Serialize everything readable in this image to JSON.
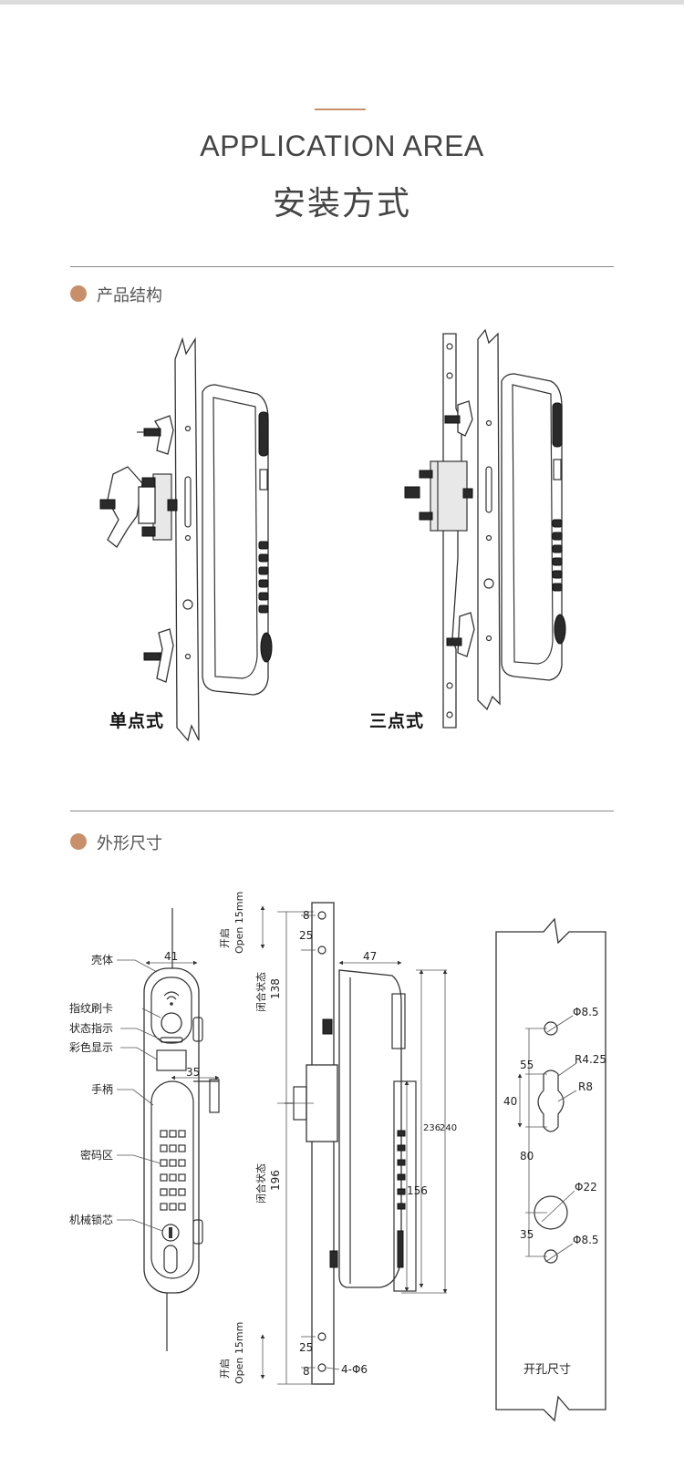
{
  "header": {
    "title_en": "APPLICATION AREA",
    "title_zh": "安装方式"
  },
  "sections": {
    "structure": {
      "label": "产品结构"
    },
    "dimensions": {
      "label": "外形尺寸"
    }
  },
  "structure_views": {
    "single_caption": "单点式",
    "triple_caption": "三点式"
  },
  "colors": {
    "accent": "#c8906a",
    "rule": "#888888"
  },
  "front_view": {
    "width": "41",
    "handle_offset": "35",
    "callouts": [
      "壳体",
      "指纹刷卡",
      "状态指示",
      "彩色显示",
      "手柄",
      "密码区",
      "机械锁芯"
    ]
  },
  "side_view": {
    "open_label_top": "开启",
    "open_dist_top": "Open 15mm",
    "open_label_bottom": "开启",
    "open_dist_bottom": "Open 15mm",
    "closed_label_top": "闭合状态",
    "closed_label_bottom": "闭合状态",
    "dim_8_top": "8",
    "dim_25_top": "25",
    "dim_138": "138",
    "dim_196": "196",
    "dim_25_bottom": "25",
    "dim_8_bottom": "8",
    "holes": "4-Φ6",
    "width": "47",
    "height_a": "236",
    "height_b": "240",
    "keypad_h": "156"
  },
  "cutout": {
    "phi_top": "Φ8.5",
    "r425": "R4.25",
    "r8": "R8",
    "d55": "55",
    "d40": "40",
    "d80": "80",
    "phi22": "Φ22",
    "d35": "35",
    "phi_bottom": "Φ8.5",
    "caption": "开孔尺寸"
  }
}
